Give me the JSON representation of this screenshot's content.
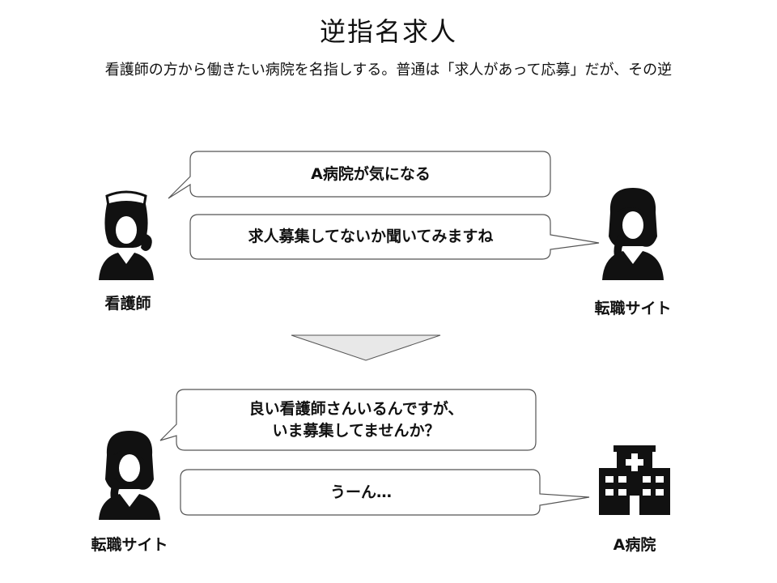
{
  "header": {
    "title": "逆指名求人",
    "subtitle": "看護師の方から働きたい病院を名指しする。普通は「求人があって応募」だが、その逆"
  },
  "scene1": {
    "bubble_top": "A病院が気になる",
    "bubble_bottom": "求人募集してないか聞いてみますね",
    "left_label": "看護師",
    "right_label": "転職サイト"
  },
  "scene2": {
    "bubble_top_line1": "良い看護師さんいるんですが、",
    "bubble_top_line2": "いま募集してませんか？",
    "bubble_bottom": "うーん…",
    "left_label": "転職サイト",
    "right_label": "A病院"
  },
  "icons": {
    "nurse": "nurse-icon",
    "agent": "woman-icon",
    "hospital": "hospital-icon",
    "arrow": "down-triangle-icon"
  },
  "colors": {
    "bubble_border": "#555555",
    "arrow_fill": "#e8e8e8",
    "icon_fill": "#111111"
  }
}
